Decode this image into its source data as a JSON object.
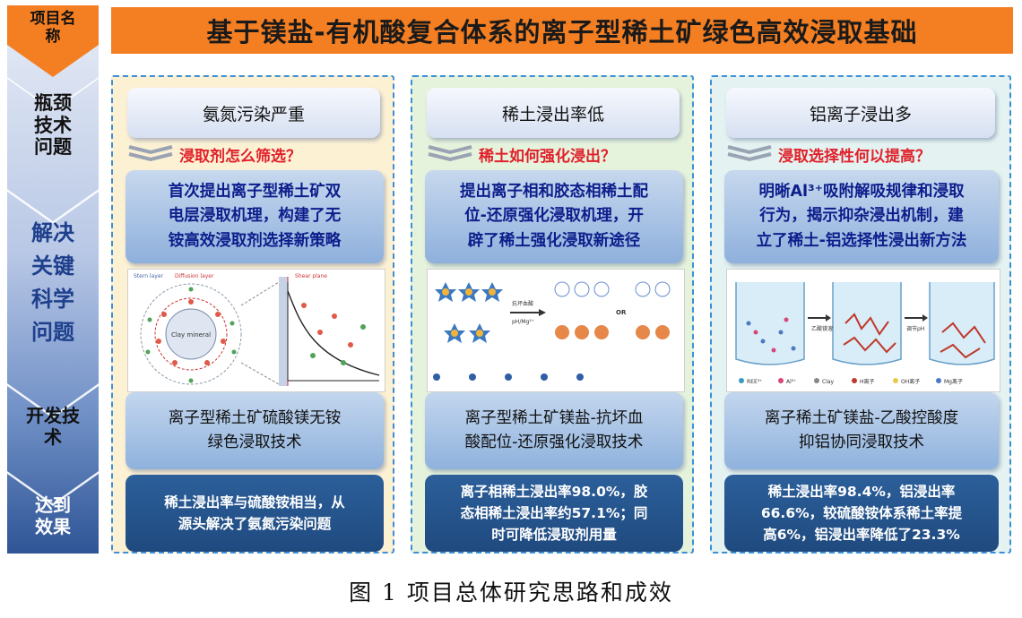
{
  "title": "基于镁盐-有机酸复合体系的离子型稀土矿绿色高效浸取基础",
  "left_bar": {
    "project_name": "项目名\n称",
    "bottleneck": "瓶颈\n技术\n问题",
    "key_science": "解决\n关键\n科学\n问题",
    "dev_tech": "开发技\n术",
    "results": "达到\n效果"
  },
  "columns": [
    {
      "problem": "氨氮污染严重",
      "question": "浸取剂怎么筛选？",
      "science": "首次提出离子型稀土矿双\n电层浸取机理，构建了无\n铵高效浸取剂选择新策略",
      "technology": "离子型稀土矿硫酸镁无铵\n绿色浸取技术",
      "effect": "稀土浸出率与硫酸铵相当，从\n源头解决了氨氮污染问题"
    },
    {
      "problem": "稀土浸出率低",
      "question": "稀土如何强化浸出？",
      "science": "提出离子相和胶态相稀土配\n位-还原强化浸取机理，开\n辟了稀土强化浸取新途径",
      "technology": "离子型稀土矿镁盐-抗坏血\n酸配位-还原强化浸取技术",
      "effect": "离子相稀土浸出率98.0%，胶\n态相稀土浸出率约57.1%；同\n时可降低浸取剂用量"
    },
    {
      "problem": "铝离子浸出多",
      "question": "浸取选择性何以提高？",
      "science": "明晰Al³⁺吸附解吸规律和浸取\n行为，揭示抑杂浸出机制，建\n立了稀土-铝选择性浸出新方法",
      "technology": "离子稀土矿镁盐-乙酸控酸度\n抑铝协同浸取技术",
      "effect": "稀土浸出率98.4%，铝浸出率\n66.6%，较硫酸铵体系稀土率提\n高6%，铝浸出率降低了23.3%"
    }
  ],
  "figure_labels": {
    "stern_layer": "Stern layer",
    "diffusion_layer": "Diffusion layer",
    "clay_mineral": "Clay mineral",
    "shear_plane": "Shear plane",
    "ascorbic_acid": "抗坏血酸",
    "ph_mg": "pH/Mg²⁺",
    "or": "OR",
    "ph_adjust": "调节pH",
    "add_acetic": "乙酸镁溶",
    "legend_ree": "REE³⁺",
    "legend_al": "Al³⁺",
    "legend_clay": "Clay",
    "legend_h": "H离子",
    "legend_oh": "OH离子",
    "legend_mg": "Mg离子"
  },
  "caption": "图 1  项目总体研究思路和成效",
  "colors": {
    "banner": "#f47e22",
    "col1_bg": "#fdf1d4",
    "col2_bg": "#e6f3dc",
    "col3_bg": "#e4f3f1",
    "question_red": "#e0212a",
    "science_text": "#0d1e8c",
    "effect_bg": "#1f4a7f",
    "left_bar_top": "#f47e22"
  }
}
